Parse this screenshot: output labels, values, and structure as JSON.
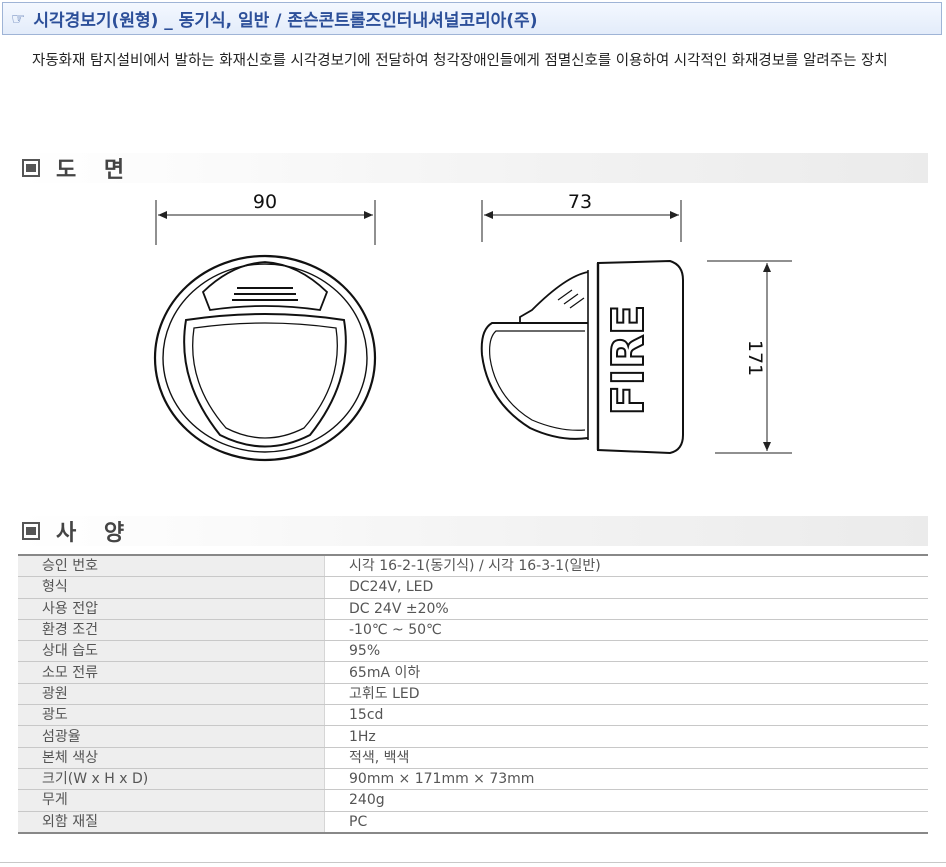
{
  "header": {
    "icon": "pointing-hand-icon",
    "title": "시각경보기(원형) _ 동기식, 일반 / 존슨콘트롤즈인터내셔널코리아(주)"
  },
  "description": "자동화재 탐지설비에서 발하는 화재신호를 시각경보기에 전달하여 청각장애인들에게 점멸신호를 이용하여 시각적인 화재경보를 알려주는 장치",
  "drawing_section": {
    "title": "도 면",
    "front_view": {
      "width_label": "90"
    },
    "side_view": {
      "depth_label": "73",
      "height_label": "171",
      "fire_text": "FIRE"
    }
  },
  "spec_section": {
    "title": "사 양",
    "rows": [
      {
        "key": "승인 번호",
        "value": "시각 16-2-1(동기식) / 시각 16-3-1(일반)"
      },
      {
        "key": "형식",
        "value": "DC24V, LED"
      },
      {
        "key": "사용 전압",
        "value": "DC 24V ±20%"
      },
      {
        "key": "환경 조건",
        "value": "-10℃ ~ 50℃"
      },
      {
        "key": "상대 습도",
        "value": "95%"
      },
      {
        "key": "소모 전류",
        "value": "65mA 이하"
      },
      {
        "key": "광원",
        "value": "고휘도 LED"
      },
      {
        "key": "광도",
        "value": "15cd"
      },
      {
        "key": "섬광율",
        "value": "1Hz"
      },
      {
        "key": "본체 색상",
        "value": "적색, 백색"
      },
      {
        "key": "크기(W x H x D)",
        "value": "90mm × 171mm × 73mm"
      },
      {
        "key": "무게",
        "value": "240g"
      },
      {
        "key": "외함 재질",
        "value": "PC"
      }
    ]
  }
}
